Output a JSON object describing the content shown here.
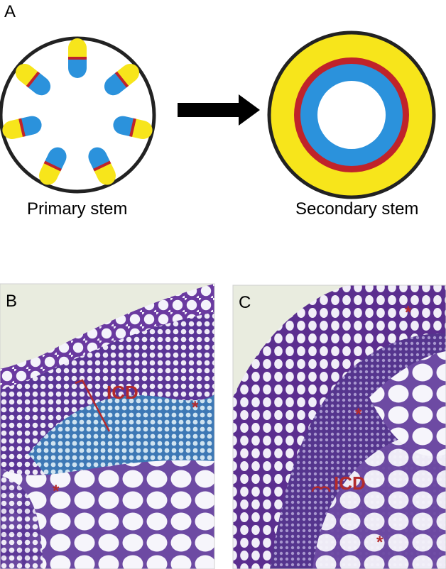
{
  "panels": {
    "a": {
      "letter": "A",
      "primary_caption": "Primary stem",
      "secondary_caption": "Secondary stem"
    },
    "b": {
      "letter": "B",
      "icd_label": "ICD",
      "asterisk": "*"
    },
    "c": {
      "letter": "C",
      "icd_label": "ICD",
      "asterisk": "*"
    }
  },
  "colors": {
    "xylem": "#2b92dc",
    "phloem": "#f7e51b",
    "cambium": "#c0232a",
    "outline": "#222222",
    "annotation": "#b32a2c"
  }
}
